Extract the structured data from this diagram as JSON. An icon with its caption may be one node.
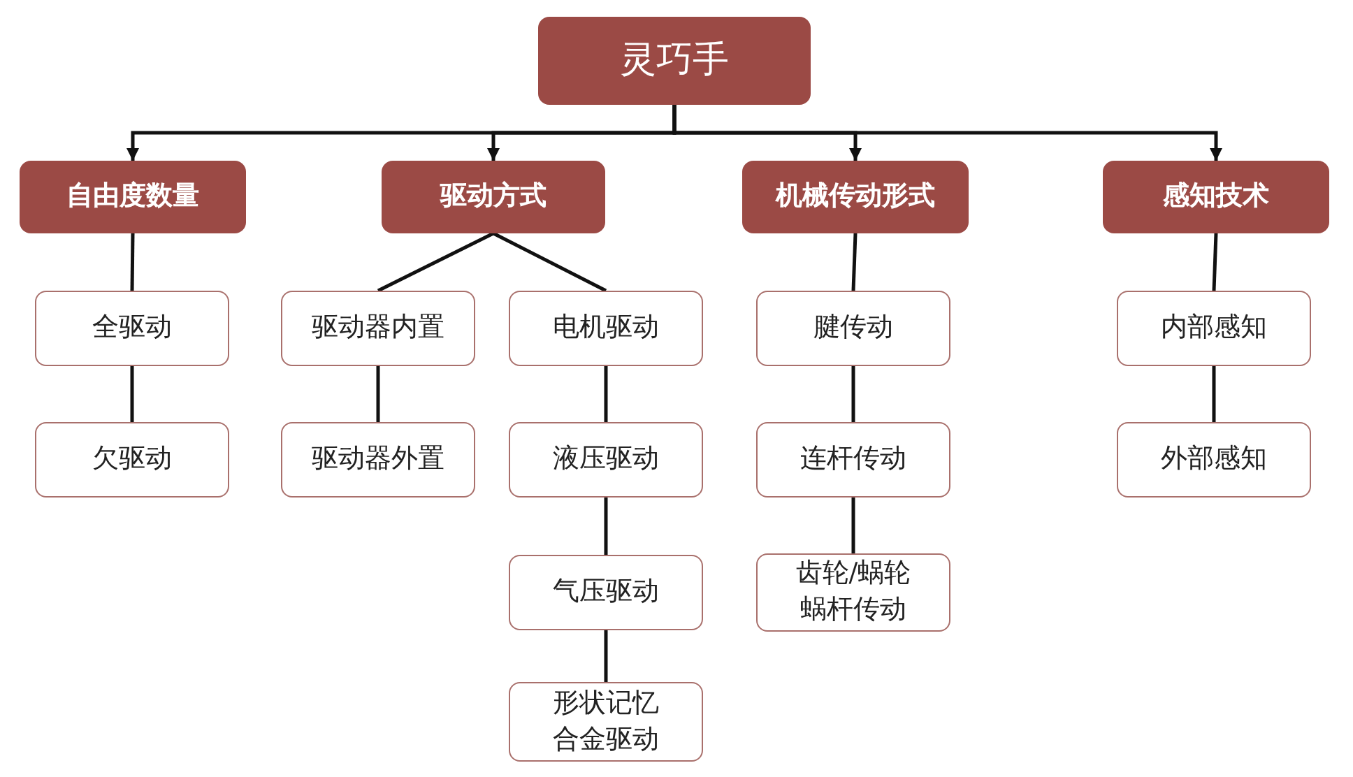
{
  "diagram": {
    "nodes": [
      {
        "text": [
          "灵巧手"
        ]
      },
      {
        "text": [
          "自由度数量"
        ]
      },
      {
        "text": [
          "驱动方式"
        ]
      },
      {
        "text": [
          "机械传动形式"
        ]
      },
      {
        "text": [
          "感知技术"
        ]
      },
      {
        "text": [
          "全驱动"
        ]
      },
      {
        "text": [
          "欠驱动"
        ]
      },
      {
        "text": [
          "驱动器内置"
        ]
      },
      {
        "text": [
          "驱动器外置"
        ]
      },
      {
        "text": [
          "电机驱动"
        ]
      },
      {
        "text": [
          "液压驱动"
        ]
      },
      {
        "text": [
          "气压驱动"
        ]
      },
      {
        "text": [
          "形状记忆合金驱动"
        ]
      },
      {
        "text": [
          "腱传动"
        ]
      },
      {
        "text": [
          "连杆传动"
        ]
      },
      {
        "text": [
          "齿轮/蜗轮蜗杆传动"
        ]
      },
      {
        "text": [
          "内部感知"
        ]
      },
      {
        "text": [
          "外部感知"
        ]
      }
    ],
    "edges": [
      {
        "from": 0,
        "to": 1,
        "arrow": "to"
      },
      {
        "from": 0,
        "to": 2,
        "arrow": "to"
      },
      {
        "from": 0,
        "to": 3,
        "arrow": "to"
      },
      {
        "from": 0,
        "to": 4,
        "arrow": "to"
      },
      {
        "from": 1,
        "to": 5,
        "arrow": "none"
      },
      {
        "from": 5,
        "to": 6,
        "arrow": "none"
      },
      {
        "from": 2,
        "to": 7,
        "arrow": "none"
      },
      {
        "from": 2,
        "to": 9,
        "arrow": "none"
      },
      {
        "from": 7,
        "to": 8,
        "arrow": "none"
      },
      {
        "from": 9,
        "to": 10,
        "arrow": "none"
      },
      {
        "from": 10,
        "to": 11,
        "arrow": "none"
      },
      {
        "from": 11,
        "to": 12,
        "arrow": "none"
      },
      {
        "from": 3,
        "to": 13,
        "arrow": "none"
      },
      {
        "from": 13,
        "to": 14,
        "arrow": "none"
      },
      {
        "from": 14,
        "to": 15,
        "arrow": "none"
      },
      {
        "from": 4,
        "to": 16,
        "arrow": "none"
      },
      {
        "from": 16,
        "to": 17,
        "arrow": "none"
      }
    ]
  }
}
